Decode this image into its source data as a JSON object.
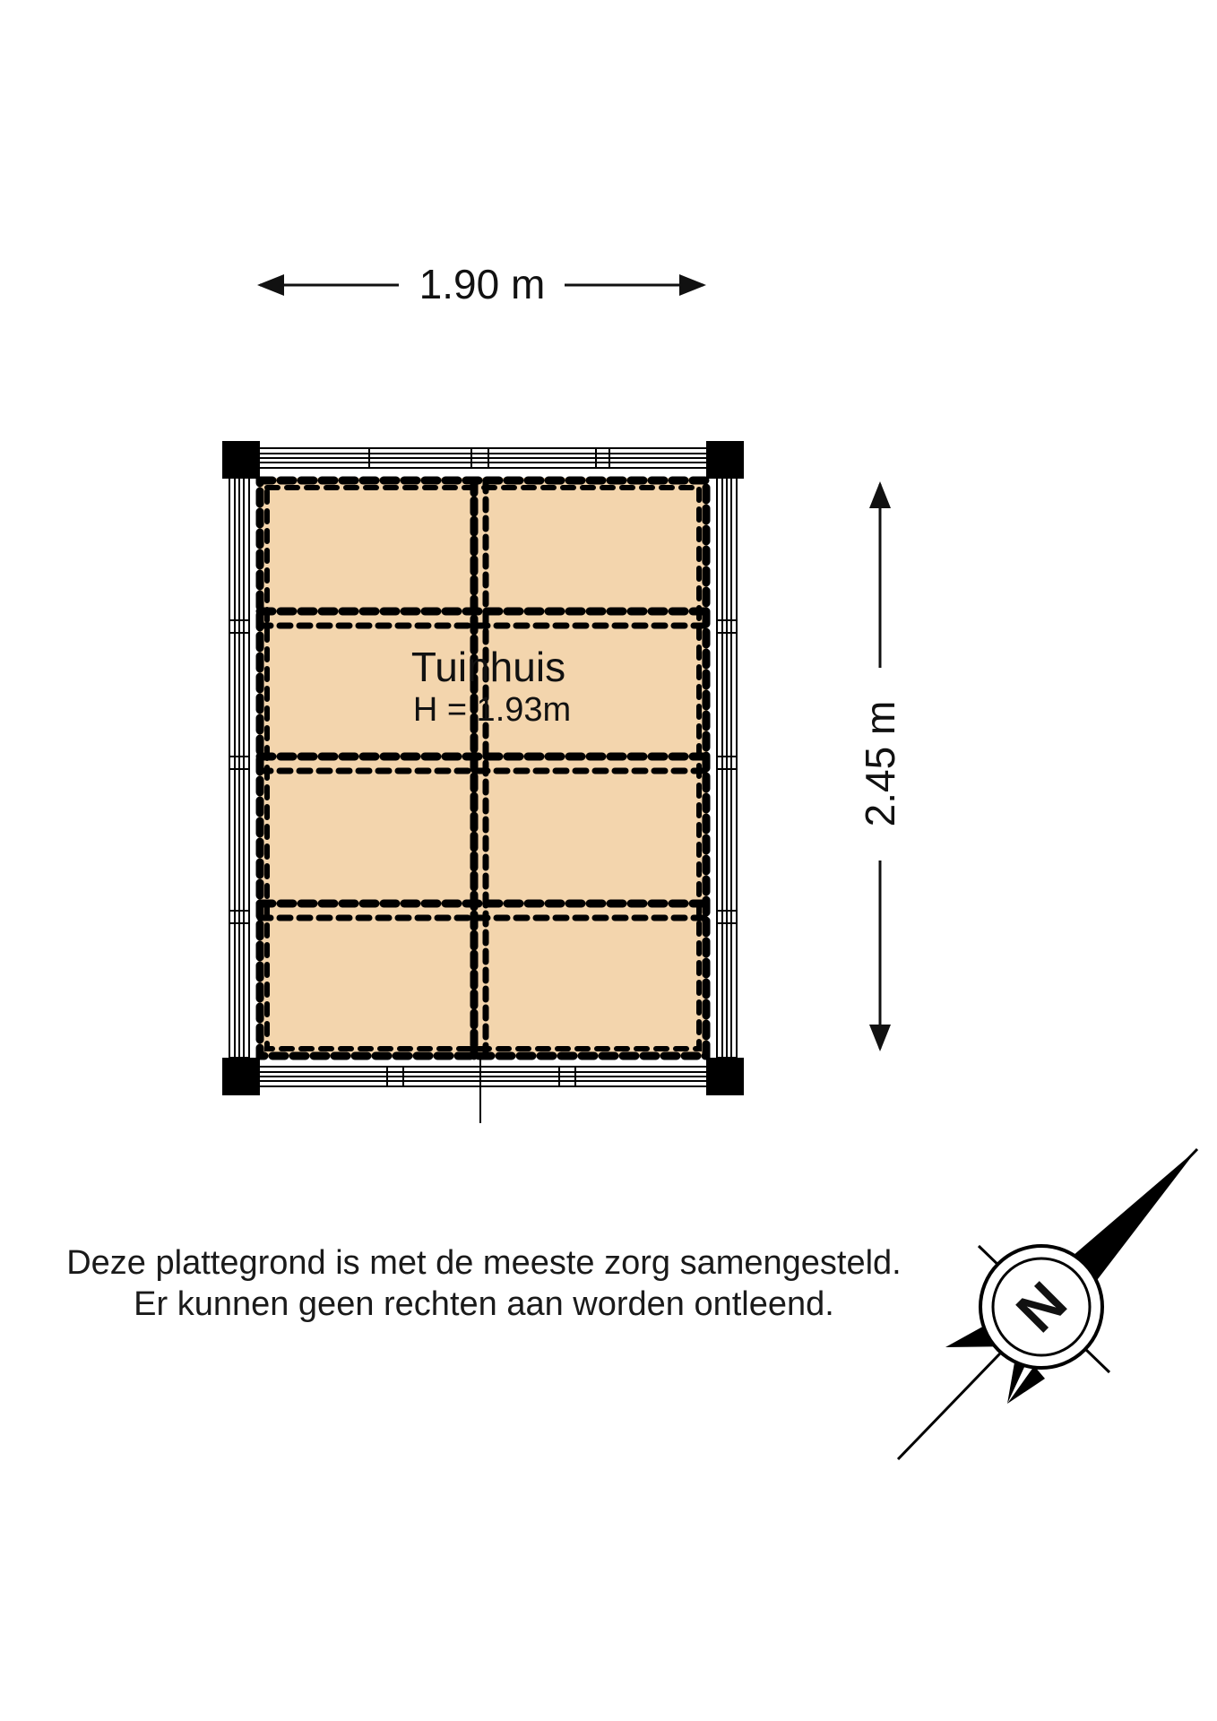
{
  "room": {
    "name": "Tuinhuis",
    "height_label": "H = 1.93m"
  },
  "dimensions": {
    "width_label": "1.90 m",
    "depth_label": "2.45 m"
  },
  "disclaimer": {
    "line1": "Deze plattegrond is met de meeste zorg samengesteld.",
    "line2": "Er kunnen geen rechten aan worden ontleend."
  },
  "compass": {
    "letter": "N",
    "icon": "compass-rose-icon"
  },
  "colors": {
    "floor": "#f3d5ad",
    "wall": "#000000",
    "background": "#ffffff"
  }
}
